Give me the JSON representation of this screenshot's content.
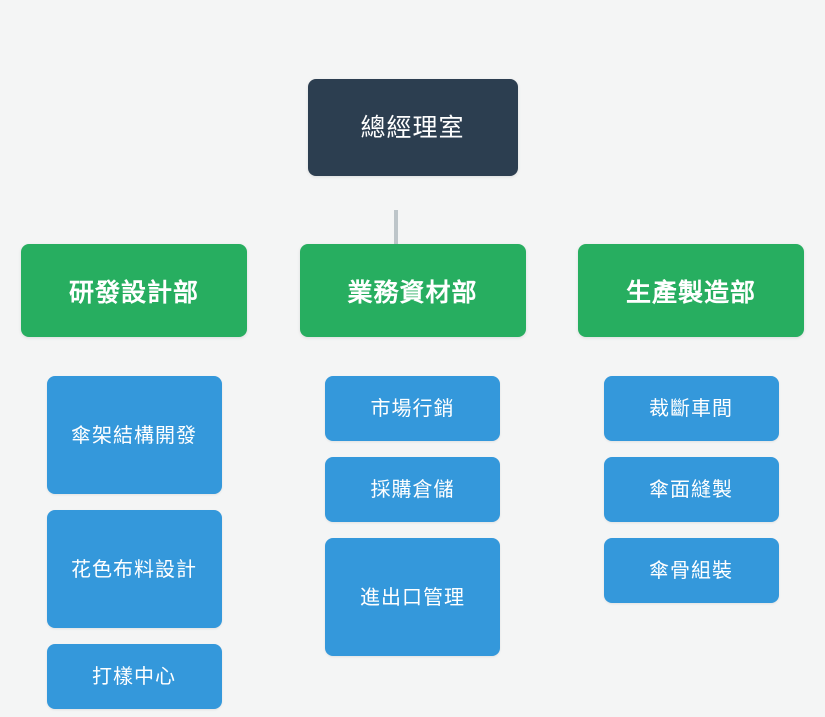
{
  "chart": {
    "type": "org-chart",
    "background_color": "#f4f5f5",
    "root": {
      "label": "總經理室",
      "color": "#2c3e50",
      "text_color": "#ffffff"
    },
    "connector_color": "#bdc5c9",
    "department_color": "#27ae60",
    "team_color": "#3498db",
    "departments": [
      {
        "label": "研發設計部",
        "teams": [
          {
            "label": "傘架結構開發",
            "wraps": true
          },
          {
            "label": "花色布料設計",
            "wraps": true
          },
          {
            "label": "打樣中心",
            "wraps": false
          }
        ]
      },
      {
        "label": "業務資材部",
        "teams": [
          {
            "label": "市場行銷",
            "wraps": false
          },
          {
            "label": "採購倉儲",
            "wraps": false
          },
          {
            "label": "進出口管理",
            "wraps": true
          }
        ]
      },
      {
        "label": "生產製造部",
        "teams": [
          {
            "label": "裁斷車間",
            "wraps": false
          },
          {
            "label": "傘面縫製",
            "wraps": false
          },
          {
            "label": "傘骨組裝",
            "wraps": false
          }
        ]
      }
    ]
  }
}
